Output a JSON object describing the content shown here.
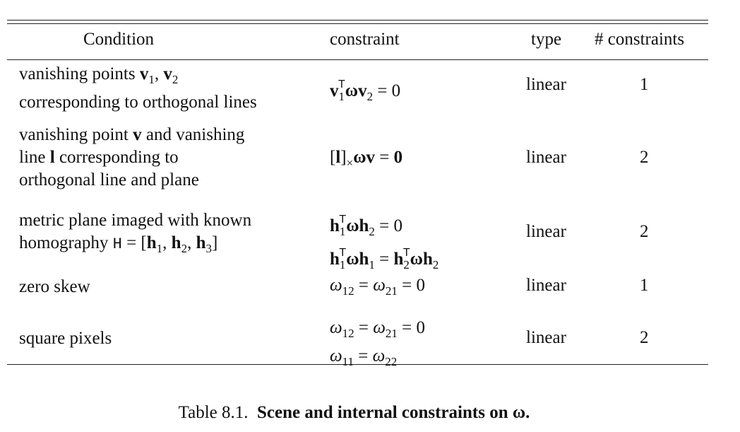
{
  "table": {
    "headers": {
      "condition": "Condition",
      "constraint": "constraint",
      "type": "type",
      "count": "# constraints"
    },
    "rows": [
      {
        "condition_lines": [
          "vanishing points v₁, v₂",
          "corresponding to orthogonal lines"
        ],
        "constraint_lines": [
          "v₁ᵀωv₂ = 0"
        ],
        "type": "linear",
        "count": "1"
      },
      {
        "condition_lines": [
          "vanishing point v and vanishing",
          "line l corresponding to",
          "orthogonal line and plane"
        ],
        "constraint_lines": [
          "[l]ₓωv = 0"
        ],
        "type": "linear",
        "count": "2"
      },
      {
        "condition_lines": [
          "metric plane imaged with known",
          "homography H = [h₁, h₂, h₃]"
        ],
        "constraint_lines": [
          "h₁ᵀωh₂ = 0",
          "h₁ᵀωh₁ = h₂ᵀωh₂"
        ],
        "type": "linear",
        "count": "2"
      },
      {
        "condition_lines": [
          "zero skew"
        ],
        "constraint_lines": [
          "ω₁₂ = ω₂₁ = 0"
        ],
        "type": "linear",
        "count": "1"
      },
      {
        "condition_lines": [
          "square pixels"
        ],
        "constraint_lines": [
          "ω₁₂ = ω₂₁ = 0",
          "ω₁₁ = ω₂₂"
        ],
        "type": "linear",
        "count": "2"
      }
    ]
  },
  "caption": {
    "label": "Table 8.1.",
    "text": "Scene and internal constraints on ω."
  }
}
